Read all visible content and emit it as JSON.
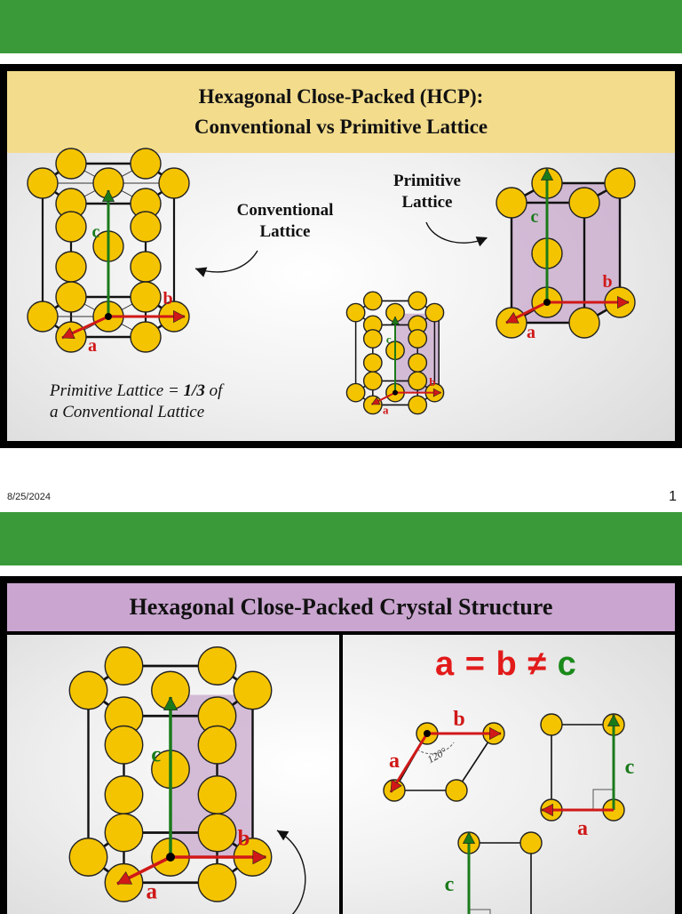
{
  "colors": {
    "header_green": "#3a9a3a",
    "atom": "#f5c400",
    "vec_a_b": "#d01818",
    "vec_c": "#1a7a1a",
    "prim_fill": "#c8a8cc",
    "slide1_band": "#f3dc8c",
    "slide2_band": "#c9a5cf"
  },
  "slide1": {
    "title_line1": "Hexagonal Close-Packed (HCP):",
    "title_line2": "Conventional vs Primitive Lattice",
    "label_conventional": "Conventional Lattice",
    "label_primitive": "Primitive Lattice",
    "note_line1_a": "Primitive Lattice = ",
    "note_line1_b": "1/3",
    "note_line1_c": " of",
    "note_line2": "a Conventional Lattice",
    "vec_a": "a",
    "vec_b": "b",
    "vec_c": "c",
    "date": "8/25/2024",
    "page": "1"
  },
  "slide2": {
    "title": "Hexagonal Close-Packed Crystal Structure",
    "eq_a": "a",
    "eq_eq": "=",
    "eq_b": "b",
    "eq_neq": "≠",
    "eq_c": "c",
    "angle": "120°",
    "vec_a": "a",
    "vec_b": "b",
    "vec_c": "c"
  }
}
